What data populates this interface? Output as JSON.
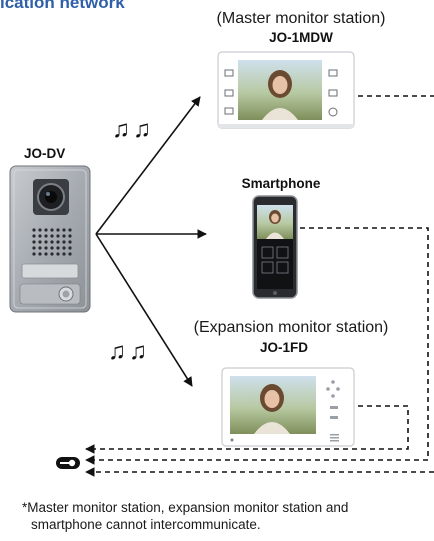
{
  "section_heading": "ication network",
  "devices": {
    "door_station": {
      "model": "JO-DV"
    },
    "master_monitor": {
      "role": "(Master monitor station)",
      "model": "JO-1MDW"
    },
    "smartphone": {
      "model": "Smartphone"
    },
    "expansion_monitor": {
      "role": "(Expansion monitor station)",
      "model": "JO-1FD"
    }
  },
  "chime_symbol": "♫",
  "door_release_icon": "key-icon",
  "colors": {
    "heading": "#2f5fa8",
    "lines": "#111111"
  },
  "footnote": {
    "line1": "*Master monitor station, expansion monitor station and",
    "line2": "smartphone cannot intercommunicate."
  }
}
